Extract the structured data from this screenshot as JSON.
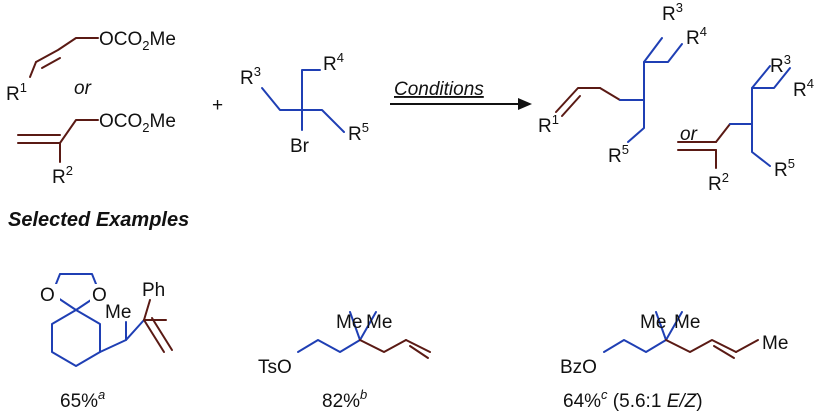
{
  "colors": {
    "reactant_bonds": "#5a1a14",
    "bromide_bonds": "#1f3fb4",
    "text": "#111111"
  },
  "reactants": {
    "allyl_group": "OCO",
    "allyl_sub": "2",
    "allyl_tail": "Me",
    "or_word": "or",
    "r1": "R",
    "r1_sup": "1",
    "r2": "R",
    "r2_sup": "2",
    "plus": "+"
  },
  "bromide": {
    "r3": "R",
    "r3_sup": "3",
    "r4": "R",
    "r4_sup": "4",
    "r5": "R",
    "r5_sup": "5",
    "br": "Br"
  },
  "arrow": {
    "label": "Conditions"
  },
  "products": {
    "or_word": "or",
    "r": "R",
    "sup1": "1",
    "sup2": "2",
    "sup3": "3",
    "sup4": "4",
    "sup5": "5"
  },
  "section_title": "Selected Examples",
  "examples": [
    {
      "substituents": {
        "ph": "Ph",
        "me": "Me",
        "o1": "O",
        "o2": "O"
      },
      "yield": "65%",
      "footnote": "a",
      "extra": ""
    },
    {
      "substituents": {
        "me1": "Me",
        "me2": "Me",
        "group": "TsO"
      },
      "yield": "82%",
      "footnote": "b",
      "extra": ""
    },
    {
      "substituents": {
        "me1": "Me",
        "me2": "Me",
        "me3": "Me",
        "group": "BzO"
      },
      "yield": "64%",
      "footnote": "c",
      "extra": " (5.6:1 ",
      "ratio_label": "E/Z",
      "extra_close": ")"
    }
  ]
}
